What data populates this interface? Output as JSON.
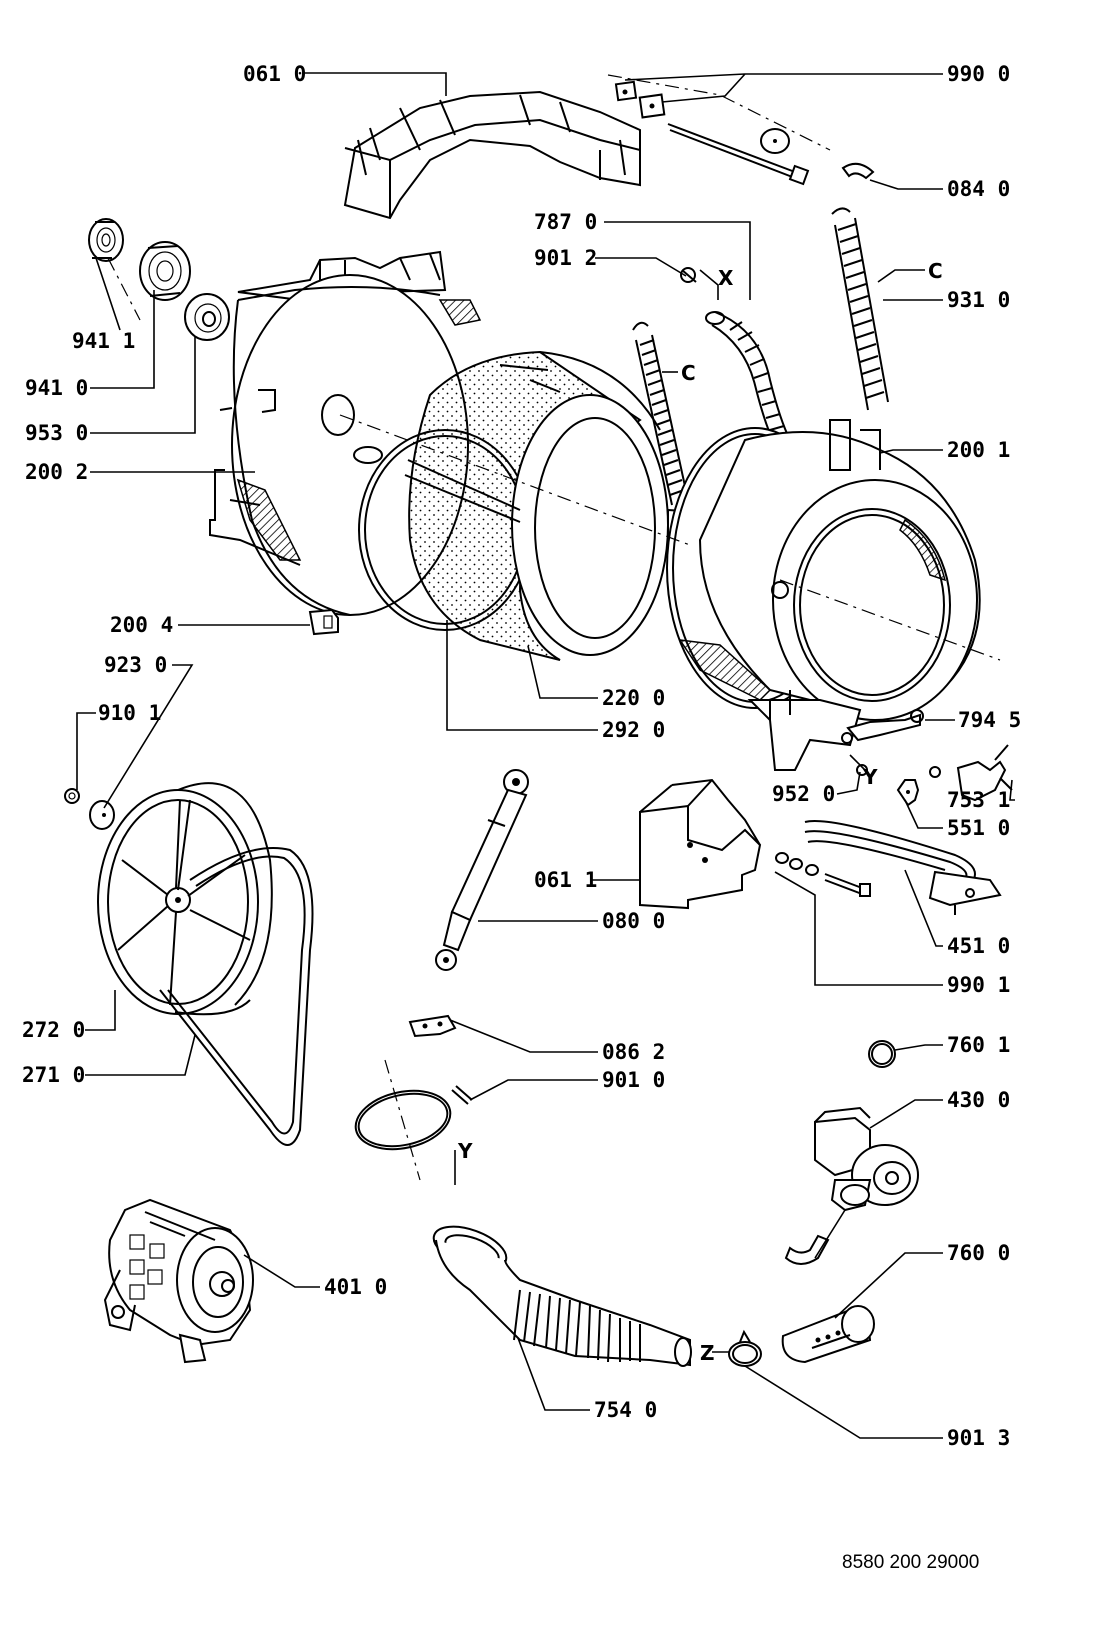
{
  "diagram": {
    "labels": {
      "l0610": "061 0",
      "l9900": "990 0",
      "l0840": "084 0",
      "l7870": "787 0",
      "l9012": "901 2",
      "l9310": "931 0",
      "l9411": "941 1",
      "l9410": "941 0",
      "l9530": "953 0",
      "l2002": "200 2",
      "l2001": "200 1",
      "l2004": "200 4",
      "l9230": "923 0",
      "l9101": "910 1",
      "l2200": "220 0",
      "l2920": "292 0",
      "l7945": "794 5",
      "l9520": "952 0",
      "l7531": "753 1",
      "l5510": "551 0",
      "l0611": "061 1",
      "l0800": "080 0",
      "l4510": "451 0",
      "l9901": "990 1",
      "l2720": "272 0",
      "l2710": "271 0",
      "l0862": "086 2",
      "l9010": "901 0",
      "l7601": "760 1",
      "l4300": "430 0",
      "l7600": "760 0",
      "l4010": "401 0",
      "l7540": "754 0",
      "l9013": "901 3"
    },
    "letters": {
      "c1": "C",
      "c2": "C",
      "x": "X",
      "y1": "Y",
      "y2": "Y",
      "z": "Z"
    },
    "reference": "8580 200 29000"
  }
}
